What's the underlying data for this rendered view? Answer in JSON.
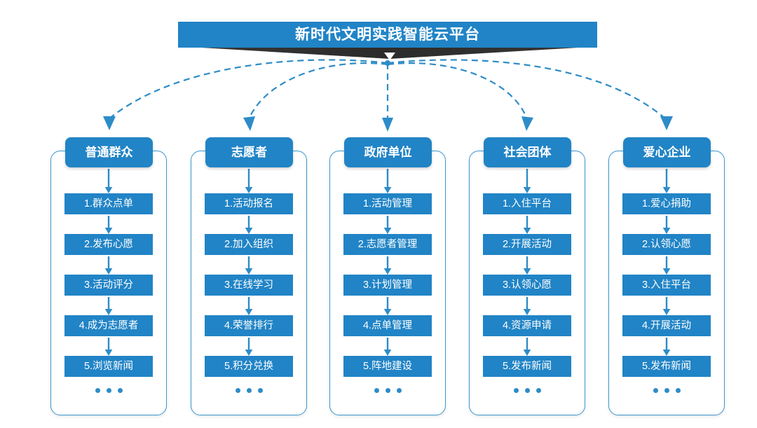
{
  "banner": {
    "title": "新时代文明实践智能云平台",
    "color": "#2184C6",
    "shadow_color": "#2B2B2B"
  },
  "colors": {
    "accent": "#2184C6",
    "frame_border": "#3D97CE",
    "arrow": "#2D8CC8",
    "dot": "#2D8CC8",
    "text_on_accent": "#FFFFFF",
    "background": "#FFFFFF"
  },
  "ellipsis": "...",
  "columns": [
    {
      "header": "普通群众",
      "items": [
        "1.群众点单",
        "2.发布心愿",
        "3.活动评分",
        "4.成为志愿者",
        "5.浏览新闻"
      ],
      "more": "•••"
    },
    {
      "header": "志愿者",
      "items": [
        "1.活动报名",
        "2.加入组织",
        "3.在线学习",
        "4.荣誉排行",
        "5.积分兑换"
      ],
      "more": "•••"
    },
    {
      "header": "政府单位",
      "items": [
        "1.活动管理",
        "2.志愿者管理",
        "3.计划管理",
        "4.点单管理",
        "5.阵地建设"
      ],
      "more": "•••"
    },
    {
      "header": "社会团体",
      "items": [
        "1.入住平台",
        "2.开展活动",
        "3.认领心愿",
        "4.资源申请",
        "5.发布新闻"
      ],
      "more": "•••"
    },
    {
      "header": "爱心企业",
      "items": [
        "1.爱心捐助",
        "2.认领心愿",
        "3.入住平台",
        "4.开展活动",
        "5.发布新闻"
      ],
      "more": "•••"
    }
  ]
}
